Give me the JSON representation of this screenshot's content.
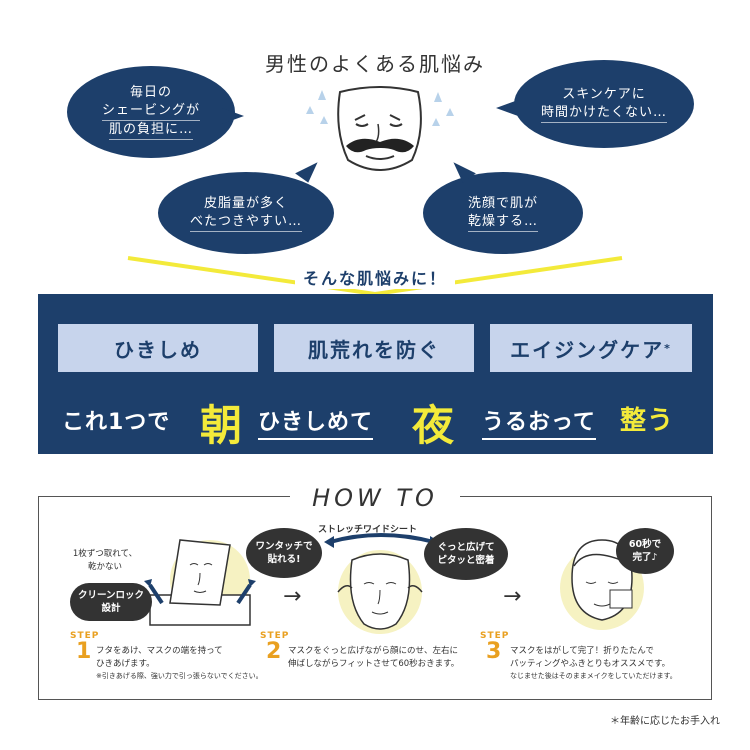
{
  "header": {
    "title": "男性のよくある肌悩み"
  },
  "bubbles": {
    "b1": {
      "line1": "毎日の",
      "line2": "シェービングが",
      "line3": "肌の負担に…"
    },
    "b2": {
      "line1": "皮脂量が多く",
      "line2": "べたつきやすい…"
    },
    "b3": {
      "line1": "洗顔で肌が",
      "line2": "乾燥する…"
    },
    "b4": {
      "line1": "スキンケアに",
      "line2": "時間かけたくない…"
    }
  },
  "solution": {
    "label": "そんな肌悩みに！"
  },
  "benefits": [
    {
      "label": "ひきしめ"
    },
    {
      "label": "肌荒れを防ぐ"
    },
    {
      "label": "エイジングケア",
      "mark": "*"
    }
  ],
  "tagline": {
    "p1": "これ1つで",
    "morning": "朝",
    "p2": "ひきしめて",
    "night": "夜",
    "p3": "うるおって",
    "finish": "整う"
  },
  "howto": {
    "title": "HOW TO",
    "step1": {
      "label": "STEP",
      "num": "1",
      "note_a": "1枚ずつ取れて、",
      "note_b": "乾かない",
      "bubble_a": "ワンタッチで",
      "bubble_b": "貼れる!",
      "tag_a": "クリーンロック",
      "tag_b": "設計",
      "text_a": "フタをあけ、マスクの端を持って",
      "text_b": "ひきあげます。",
      "text_c": "※引きあげる際、強い力で引っ張らないでください。"
    },
    "step2": {
      "label": "STEP",
      "num": "2",
      "sheet": "ストレッチワイドシート",
      "bubble_a": "ぐっと広げて",
      "bubble_b": "ピタッと密着",
      "text_a": "マスクをぐっと広げながら顔にのせ、左右に",
      "text_b": "伸ばしながらフィットさせて60秒おきます。"
    },
    "step3": {
      "label": "STEP",
      "num": "3",
      "bubble_a": "60秒で",
      "bubble_b": "完了♪",
      "text_a": "マスクをはがして完了！折りたたんで",
      "text_b": "パッティングやふきとりもオススメです。",
      "text_c": "なじませた後はそのままメイクをしていただけます。"
    },
    "arrow": "→"
  },
  "footnote": "＊年齢に応じたお手入れ",
  "colors": {
    "navy": "#1d3f6b",
    "yellow": "#f3ea3a",
    "pill": "#c7d4ec",
    "step": "#e9a020"
  }
}
